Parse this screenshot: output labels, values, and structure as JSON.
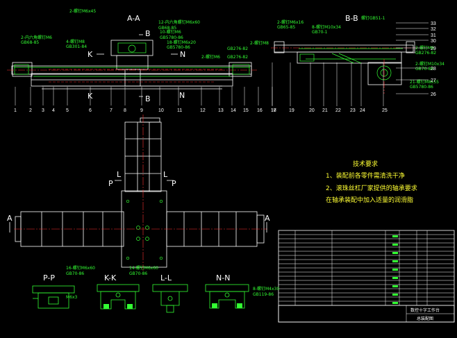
{
  "sections": {
    "aa": "A-A",
    "bb": "B-B",
    "pp": "P-P",
    "kk": "K-K",
    "ll": "L-L",
    "nn": "N-N"
  },
  "view_markers": {
    "b_upper": "B",
    "b_lower": "B",
    "k_left": "K",
    "k_lower": "K",
    "n_upper": "N",
    "n_lower": "N",
    "a_left": "A",
    "a_right": "A",
    "p_left": "P",
    "p_right": "P",
    "l_left": "L",
    "l_right": "L"
  },
  "aa_callouts": [
    "1",
    "2",
    "3",
    "4",
    "5",
    "6",
    "7",
    "8",
    "9",
    "10",
    "11",
    "12",
    "13",
    "14",
    "15",
    "16",
    "17"
  ],
  "bb_callouts_bottom": [
    "18",
    "19",
    "20",
    "21",
    "22",
    "23",
    "24",
    "25"
  ],
  "bb_callouts_right": [
    "33",
    "32",
    "31",
    "30",
    "29",
    "28",
    "27",
    "26"
  ],
  "annotations": {
    "aa_1": "2-内六角螺钉M6",
    "aa_2": "GB68-85",
    "aa_3": "2-螺钉M6x45",
    "aa_4": "12-内六角螺钉M6x60",
    "aa_5": "GB68-85",
    "aa_6": "10-螺钉M6",
    "aa_7": "GB5780-86",
    "aa_8": "18-螺钉M6x20",
    "aa_9": "GB5780-86",
    "aa_10": "2-螺钉M8",
    "aa_11": "GB276-82",
    "aa_12": "2-螺钉M6",
    "aa_13": "GB276-82",
    "aa_14": "4-螺钉M8",
    "aa_15": "GB301-84",
    "bb_1": "2-螺钉M6x16",
    "bb_2": "GB65-85",
    "bb_3": "8-螺钉M10x34",
    "bb_4": "GB70-1",
    "bb_5": "螺钉GB51-1",
    "bb_6": "2-螺钉M6",
    "bb_7": "GB276-82",
    "bb_8": "2-螺钉M10x34",
    "bb_9": "GB70-86",
    "bb_10": "21-螺钉M8x55",
    "bb_11": "GB5780-86",
    "pp_1": "16-螺钉M6x60",
    "pp_2": "GB70-86",
    "pp_3": "M6x3",
    "kk_1": "14-螺钉M6x60",
    "kk_2": "GB70-86",
    "nn_1": "8-螺钉M4x30",
    "nn_2": "GB119-86"
  },
  "tech_requirements": {
    "title": "技术要求",
    "items": [
      "1、装配前各零件需清洗干净",
      "2、滚珠丝杠厂家提供的轴承要求",
      "在轴承装配中加入适量的润滑脂"
    ]
  },
  "title_block": {
    "drawing_title": "数控十字工作台",
    "drawing_name": "总装配图"
  },
  "colors": {
    "background": "#000000",
    "outline": "#ffffff",
    "detail": "#33ff33",
    "hidden": "#ff3333",
    "centerline": "#ff3333",
    "requirements": "#ffff33",
    "table": "#ffffff"
  }
}
